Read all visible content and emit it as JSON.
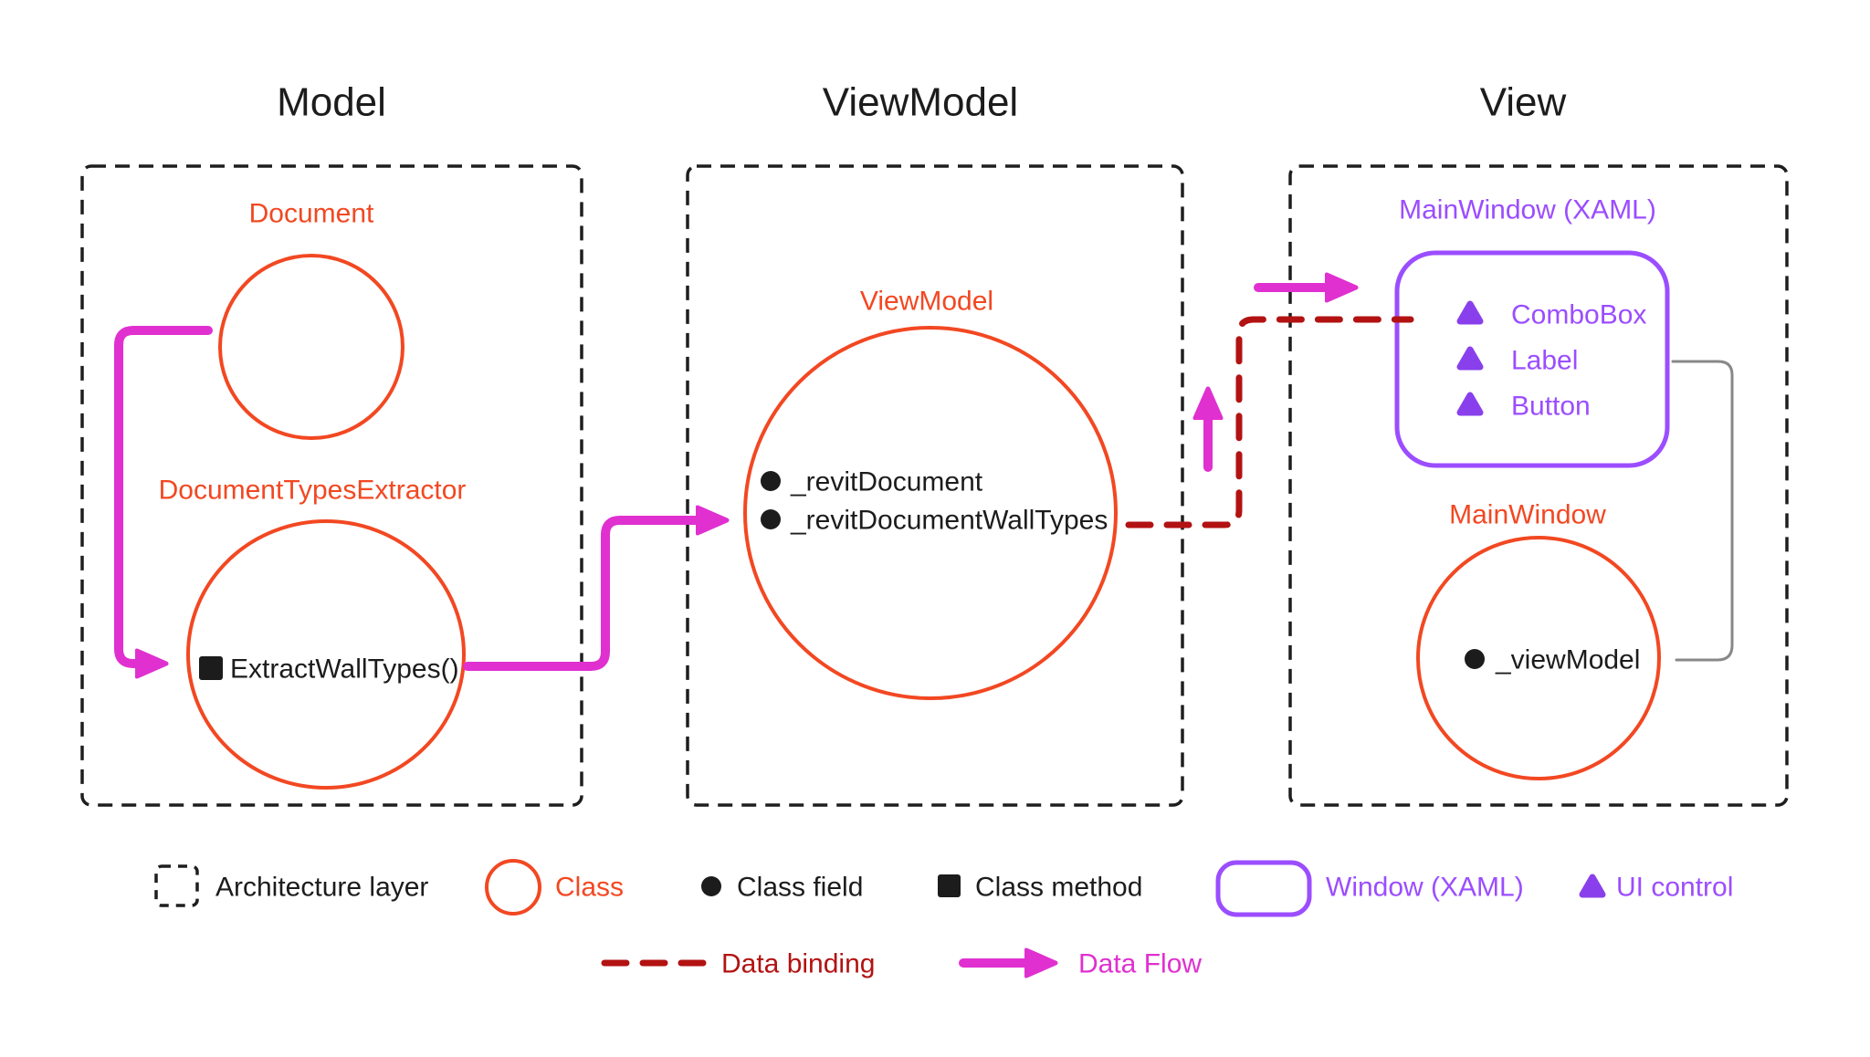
{
  "titles": {
    "model": "Model",
    "viewmodel": "ViewModel",
    "view": "View"
  },
  "model_layer": {
    "document": {
      "label": "Document"
    },
    "extractor": {
      "label": "DocumentTypesExtractor",
      "method": "ExtractWallTypes()"
    }
  },
  "viewmodel_layer": {
    "viewmodel": {
      "label": "ViewModel",
      "fields": [
        "_revitDocument",
        "_revitDocumentWallTypes"
      ]
    }
  },
  "view_layer": {
    "xaml_window": {
      "label": "MainWindow (XAML)",
      "controls": [
        "ComboBox",
        "Label",
        "Button"
      ]
    },
    "mainwindow": {
      "label": "MainWindow",
      "field": "_viewModel"
    }
  },
  "legend": {
    "architecture_layer": "Architecture layer",
    "class": "Class",
    "class_field": "Class field",
    "class_method": "Class method",
    "window_xaml": "Window (XAML)",
    "ui_control": "UI control",
    "data_binding": "Data binding",
    "data_flow": "Data Flow"
  },
  "colors": {
    "class_orange": "#F24822",
    "flow_magenta": "#E030D0",
    "binding_dark_red": "#B31212",
    "window_purple": "#9B4DFF",
    "ui_control_purple": "#8940EC",
    "text_black": "#1C1C1C",
    "connector_gray": "#888888",
    "background": "#FFFFFF"
  }
}
